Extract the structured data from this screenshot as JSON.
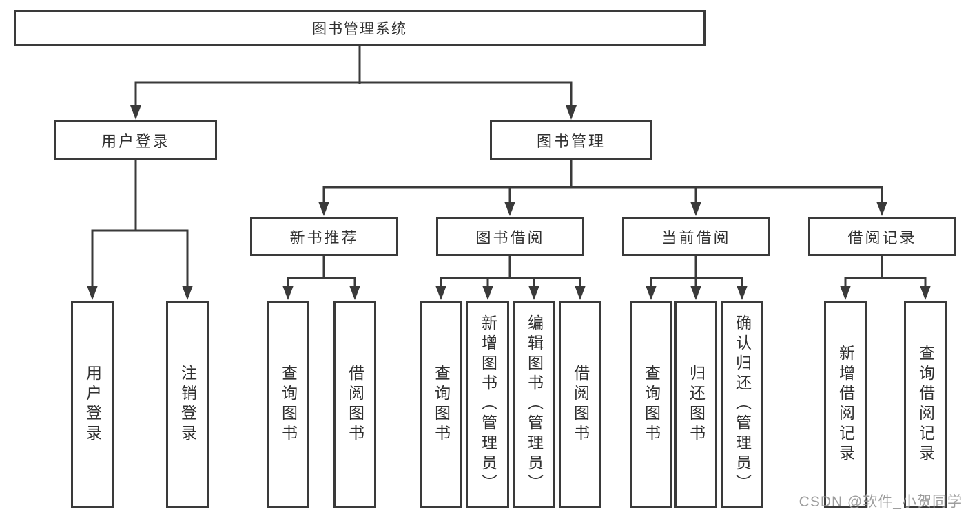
{
  "diagram": {
    "title": "图书管理系统",
    "nodes": {
      "root": "图书管理系统",
      "user_login": "用户登录",
      "book_management": "图书管理",
      "new_book_recommendation": "新书推荐",
      "book_borrowing": "图书借阅",
      "current_borrowing": "当前借阅",
      "borrowing_records": "借阅记录"
    },
    "leaves": {
      "user_login": [
        "用户登录",
        "注销登录"
      ],
      "new_book_recommendation": [
        "查询图书",
        "借阅图书"
      ],
      "book_borrowing": [
        "查询图书",
        "新增图书（管理员）",
        "编辑图书（管理员）",
        "借阅图书"
      ],
      "current_borrowing": [
        "查询图书",
        "归还图书",
        "确认归还（管理员）"
      ],
      "borrowing_records": [
        "新增借阅记录",
        "查询借阅记录"
      ]
    },
    "line_color": "#3a3a3a"
  },
  "watermark": {
    "text": "CSDN @软件_小贺同学"
  }
}
